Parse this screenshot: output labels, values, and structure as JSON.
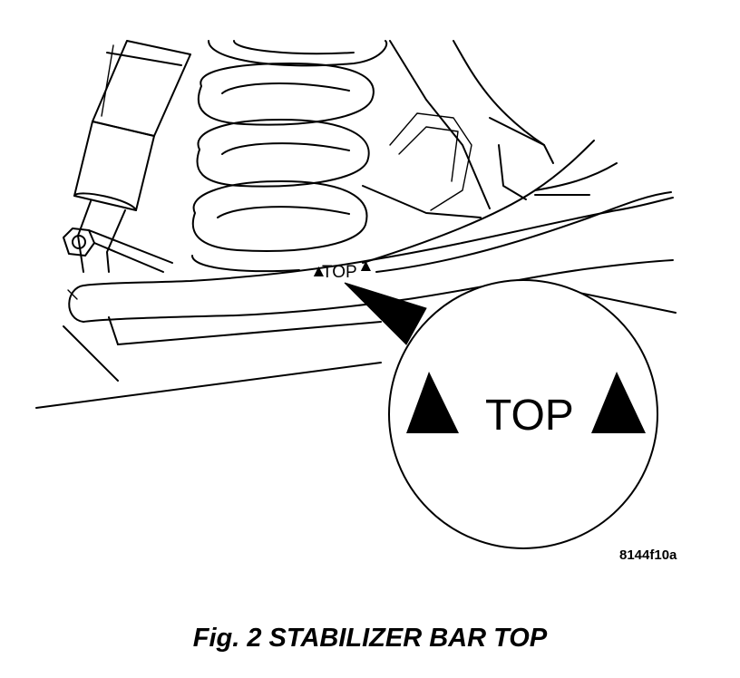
{
  "figure": {
    "bar_marking": {
      "text": "TOP",
      "arrow_symbol": "▲"
    },
    "detail_callout": {
      "text": "TOP",
      "arrow_symbol": "▲"
    },
    "figure_id": "8144f10a"
  },
  "caption": "Fig. 2 STABILIZER BAR TOP"
}
